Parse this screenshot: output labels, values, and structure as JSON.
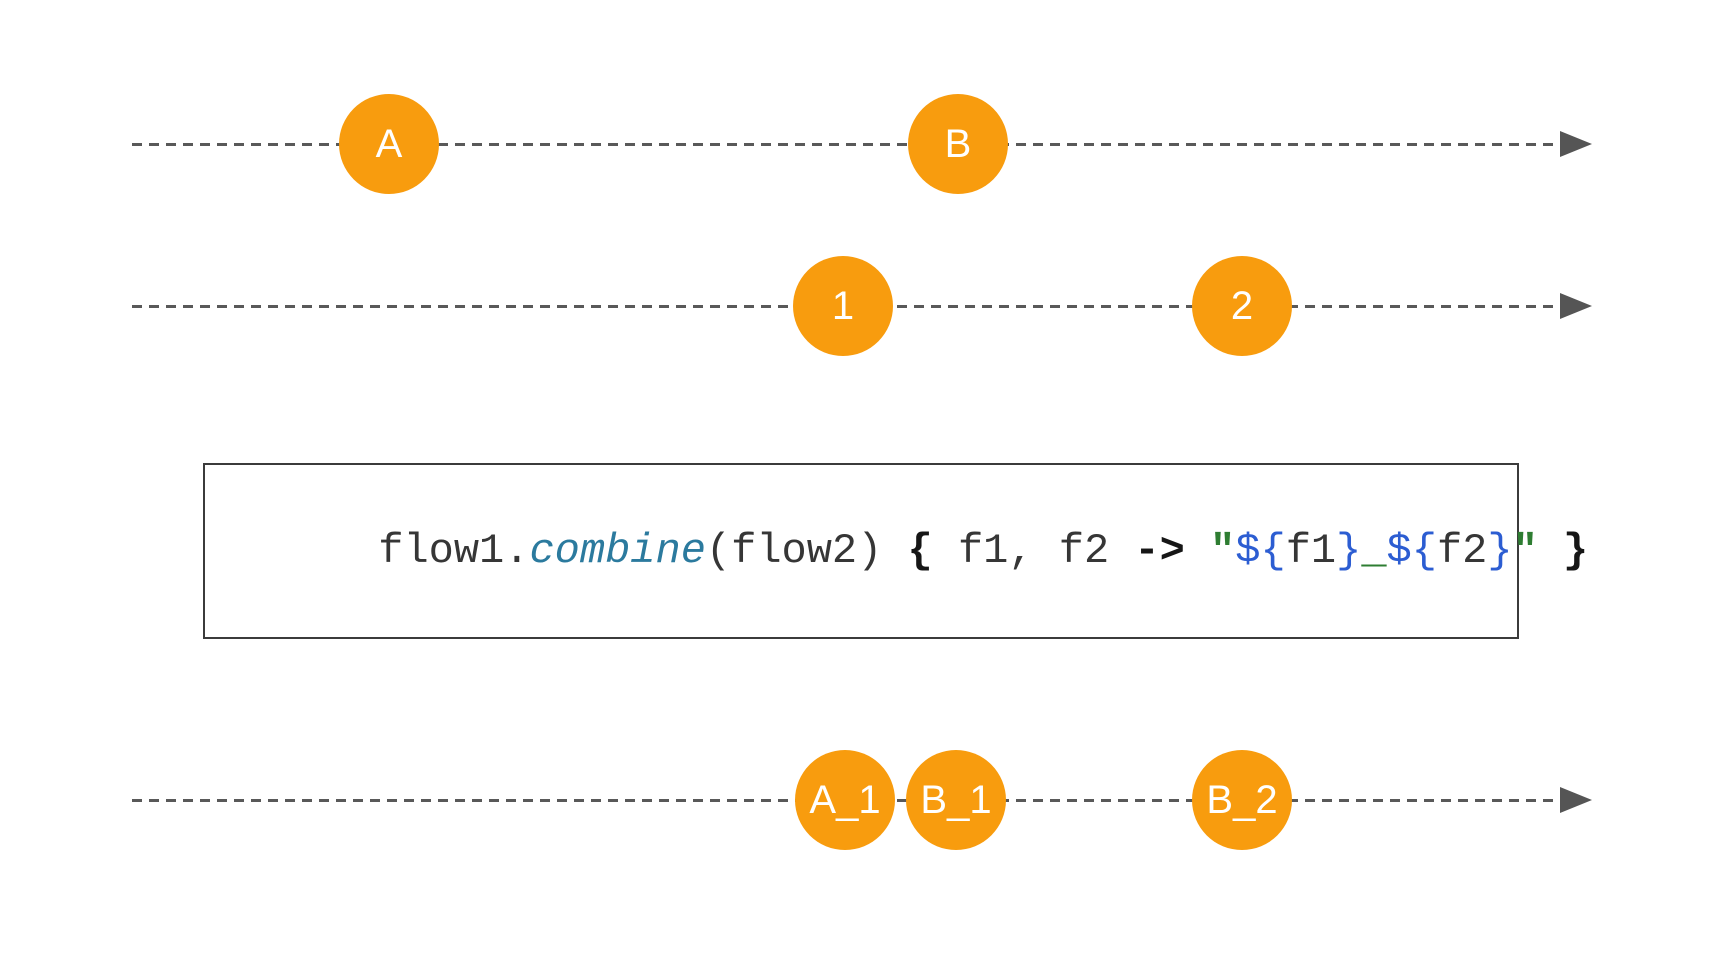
{
  "diagram": {
    "title": "flow combine marble diagram",
    "colors": {
      "background": "#ffffff",
      "marble_fill": "#F89C0E",
      "marble_text": "#ffffff",
      "timeline_line": "#595959",
      "arrow_head": "#555555",
      "code_box_border": "#3b3b3b",
      "code_plain": "#363636",
      "code_function": "#2b7a9e",
      "code_brace": "#161616",
      "code_string": "#2e7d32",
      "code_template": "#2c5dd2"
    },
    "timelines": {
      "flow1": {
        "marbles": [
          {
            "label": "A"
          },
          {
            "label": "B"
          }
        ]
      },
      "flow2": {
        "marbles": [
          {
            "label": "1"
          },
          {
            "label": "2"
          }
        ]
      },
      "result": {
        "marbles": [
          {
            "label": "A_1"
          },
          {
            "label": "B_1"
          },
          {
            "label": "B_2"
          }
        ]
      }
    },
    "code": {
      "tokens": [
        {
          "text": "flow1."
        },
        {
          "text": "combine"
        },
        {
          "text": "(flow2) "
        },
        {
          "text": "{"
        },
        {
          "text": " f1, f2 "
        },
        {
          "text": "->"
        },
        {
          "text": " "
        },
        {
          "text": "\""
        },
        {
          "text": "${"
        },
        {
          "text": "f1"
        },
        {
          "text": "}"
        },
        {
          "text": "_"
        },
        {
          "text": "${"
        },
        {
          "text": "f2"
        },
        {
          "text": "}"
        },
        {
          "text": "\""
        },
        {
          "text": " "
        },
        {
          "text": "}"
        }
      ]
    }
  }
}
